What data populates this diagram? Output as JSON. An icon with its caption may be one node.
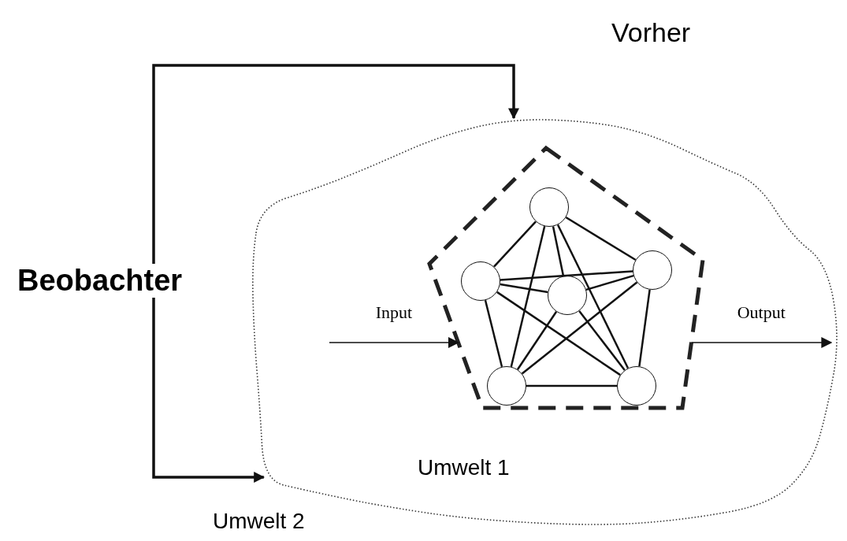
{
  "diagram": {
    "nodes": [
      {
        "text": [
          "Beobachter"
        ]
      },
      {
        "text": [
          "Umwelt 1"
        ]
      },
      {
        "text": [],
        "shape": "pentagon",
        "in": 1
      },
      {
        "text": [],
        "shape": "circle",
        "in": 2
      },
      {
        "text": [],
        "shape": "circle",
        "in": 2
      },
      {
        "text": [],
        "shape": "circle",
        "in": 2
      },
      {
        "text": [],
        "shape": "circle",
        "in": 2
      },
      {
        "text": [],
        "shape": "circle",
        "in": 2
      },
      {
        "text": [],
        "shape": "circle",
        "in": 2
      }
    ],
    "edges": [
      {
        "from": 0,
        "to": 1,
        "arrow": "to"
      },
      {
        "from": 0,
        "to": 1,
        "arrow": "to"
      },
      {
        "from": null,
        "to": 2,
        "arrow": "to",
        "label": "Input"
      },
      {
        "from": 2,
        "to": null,
        "arrow": "to",
        "label": "Output"
      },
      {
        "from": 3,
        "to": 4,
        "arrow": "none"
      },
      {
        "from": 3,
        "to": 5,
        "arrow": "none"
      },
      {
        "from": 3,
        "to": 6,
        "arrow": "none"
      },
      {
        "from": 3,
        "to": 7,
        "arrow": "none"
      },
      {
        "from": 3,
        "to": 8,
        "arrow": "none"
      },
      {
        "from": 4,
        "to": 5,
        "arrow": "none"
      },
      {
        "from": 4,
        "to": 6,
        "arrow": "none"
      },
      {
        "from": 4,
        "to": 7,
        "arrow": "none"
      },
      {
        "from": 4,
        "to": 8,
        "arrow": "none"
      },
      {
        "from": 5,
        "to": 6,
        "arrow": "none"
      },
      {
        "from": 5,
        "to": 7,
        "arrow": "none"
      },
      {
        "from": 5,
        "to": 8,
        "arrow": "none"
      },
      {
        "from": 6,
        "to": 7,
        "arrow": "none"
      },
      {
        "from": 6,
        "to": 8,
        "arrow": "none"
      },
      {
        "from": 7,
        "to": 8,
        "arrow": "none"
      }
    ],
    "labels": [
      "Vorher",
      "Umwelt 2"
    ]
  }
}
